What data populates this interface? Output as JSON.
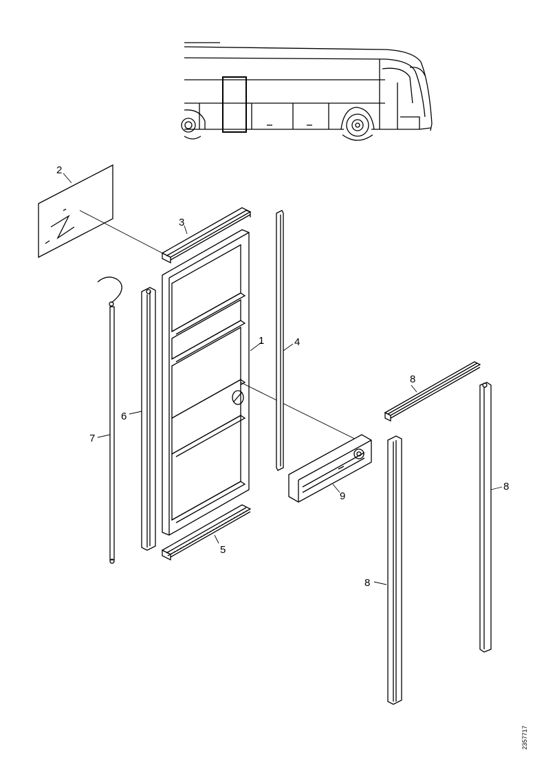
{
  "diagram": {
    "callouts": {
      "c1": "1",
      "c2": "2",
      "c3": "3",
      "c4": "4",
      "c5": "5",
      "c6": "6",
      "c7": "7",
      "c8a": "8",
      "c8b": "8",
      "c8c": "8",
      "c9": "9"
    },
    "reference_code": "2357717"
  }
}
